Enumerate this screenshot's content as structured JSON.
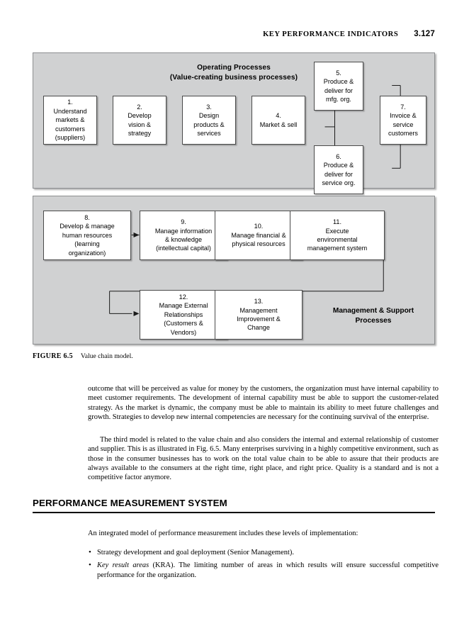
{
  "running_head": {
    "title": "KEY PERFORMANCE INDICATORS",
    "folio": "3.127"
  },
  "figure": {
    "caption_label": "FIGURE 6.5",
    "caption_text": "Value chain model.",
    "operating_panel": {
      "title_line1": "Operating Processes",
      "title_line2": "(Value-creating business processes)",
      "boxes": [
        {
          "num": "1.",
          "label": "Understand\nmarkets &\ncustomers\n(suppliers)"
        },
        {
          "num": "2.",
          "label": "Develop\nvision &\nstrategy"
        },
        {
          "num": "3.",
          "label": "Design\nproducts &\nservices"
        },
        {
          "num": "4.",
          "label": "Market & sell"
        },
        {
          "num": "5.",
          "label": "Produce &\ndeliver for\nmfg. org."
        },
        {
          "num": "6.",
          "label": "Produce &\ndeliver for\nservice org."
        },
        {
          "num": "7.",
          "label": "Invoice &\nservice\ncustomers"
        }
      ]
    },
    "support_panel": {
      "area_label": "Management & Support\nProcesses",
      "boxes": [
        {
          "num": "8.",
          "label": "Develop & manage\nhuman resources\n(learning\norganization)"
        },
        {
          "num": "9.",
          "label": "Manage information\n& knowledge\n(intellectual capital)"
        },
        {
          "num": "10.",
          "label": "Manage financial &\nphysical resources"
        },
        {
          "num": "11.",
          "label": "Execute\nenvironmental\nmanagement system"
        },
        {
          "num": "12.",
          "label": "Manage External\nRelationships\n(Customers &\nVendors)"
        },
        {
          "num": "13.",
          "label": "Management\nImprovement &\nChange"
        }
      ]
    }
  },
  "body": {
    "paragraph_1": "outcome that will be perceived as value for money by the customers, the organization must have internal capability to meet customer requirements. The development of internal capability must be able to support the customer-related strategy. As the market is dynamic, the company must be able to maintain its ability to meet future challenges and growth. Strategies to develop new internal competencies are necessary for the continuing survival of the enterprise.",
    "paragraph_2": "The third model is related to the value chain and also considers the internal and external relationship of customer and supplier. This is as illustrated in Fig. 6.5. Many enterprises surviving in a highly competitive environment, such as those in the consumer businesses has to work on the total value chain to be able to assure that their products are always available to the consumers at the right time, right place, and right price. Quality is a standard and is not a competitive factor anymore."
  },
  "section": {
    "heading": "PERFORMANCE MEASUREMENT SYSTEM",
    "lead_in": "An integrated model of performance measurement includes these levels of implementation:",
    "bullets": [
      {
        "marker": "•",
        "italic_lead": "",
        "text": "Strategy development and goal deployment (Senior Management)."
      },
      {
        "marker": "•",
        "italic_lead": "Key result areas",
        "text": " (KRA). The limiting number of areas in which results will ensure successful competitive performance for the organization."
      }
    ]
  },
  "colors": {
    "panel_fill": "#d0d1d2",
    "panel_border": "#8d8f91",
    "box_fill": "#ffffff",
    "box_border": "#4a4a4a",
    "connector": "#1a1a1a",
    "text": "#000000"
  }
}
